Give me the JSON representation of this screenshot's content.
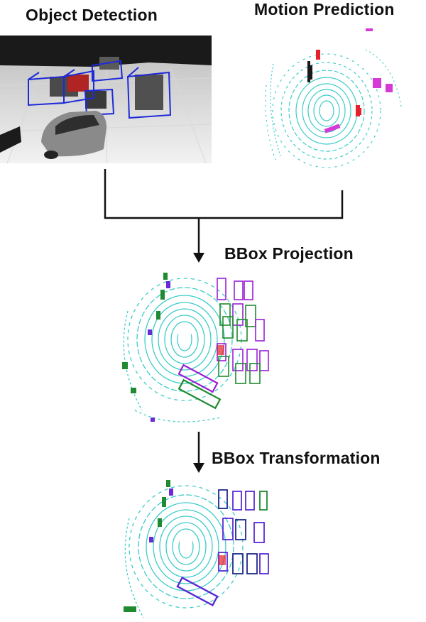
{
  "labels": {
    "object_detection": "Object Detection",
    "motion_prediction": "Motion Prediction",
    "bbox_projection": "BBox Projection",
    "bbox_transformation": "BBox Transformation"
  },
  "colors": {
    "lidar_points": "#3ccdc8",
    "detection_box": "#1e2ad8",
    "predicted_box": "#9b1fd6",
    "ground_truth_box": "#1f8a2f",
    "moving_points_red": "#e8202a",
    "moving_points_magenta": "#d63ad6",
    "arrow": "#111111"
  },
  "icons": {
    "detection_panel": "lidar-3d-scene-image",
    "prediction_panel": "bev-lidar-image",
    "projection_panel": "bev-lidar-with-boxes-image",
    "transformation_panel": "bev-lidar-with-aligned-boxes-image"
  }
}
